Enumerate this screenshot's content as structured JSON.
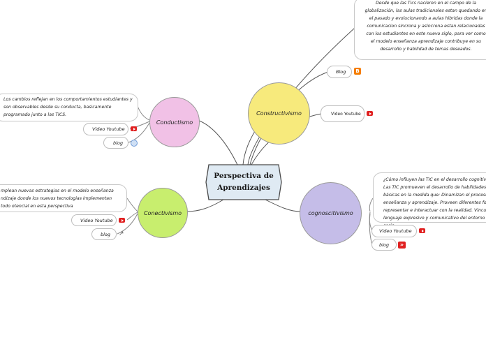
{
  "central_topic": {
    "line1": "Perspectiva de",
    "line2": "Aprendizajes"
  },
  "constructivismo": {
    "label": "Constructivismo",
    "note": "Desde que las Tics nacieron en el campo de la globalización, las aulas tradicionales estan quedando en el pasado y evolucionando a aulas hibridas donde la comunicacion sincrona y asincrona estan relacionadas con los estudiantes en este nuevo siglo, para ver como el modelo enseñanza aprendizaje contribuye en su desarrollo y habilidad de temas deseados.",
    "blog_label": "Blog",
    "video_label": "Video Youtube"
  },
  "conductismo": {
    "label": "Conductismo",
    "note": "Los cambios reflejan en los comportamientos estudiantes y son observables desde su conducta, basicamente programado junto a las TICS.",
    "video_label": "Video Youtube",
    "blog_label": "blog"
  },
  "conectivismo": {
    "label": "Conectivismo",
    "note": "mplean nuevas estrategias en el modelo enseñanza ndizaje donde los nuevos tecnologias implementan todo otencial en esta perspectiva",
    "video_label": "Video Youtube",
    "blog_label": "blog"
  },
  "cognoscitivismo": {
    "label": "cognoscitivismo",
    "note": "¿Cómo influyen las TIC en el desarrollo cognitivo? Las TIC promueven el desarrollo de habilidades cog básicas en la medida que: Dinamizan el proceso de enseñanza y aprendizaje. Proveen diferentes forma representar e interactuar con la realidad. Vinculan lenguaje expresivo y comunicativo del entorno socia",
    "video_label": "Video Youtube",
    "blog_label": "blog"
  },
  "colors": {
    "constructivismo": "#f7ea7c",
    "conductismo": "#f1c1e6",
    "conectivismo": "#c8ee6e",
    "cognoscitivismo": "#c5bde8",
    "central": "#dfeaf3",
    "youtube": "#e02020",
    "blogger": "#f57d00"
  }
}
